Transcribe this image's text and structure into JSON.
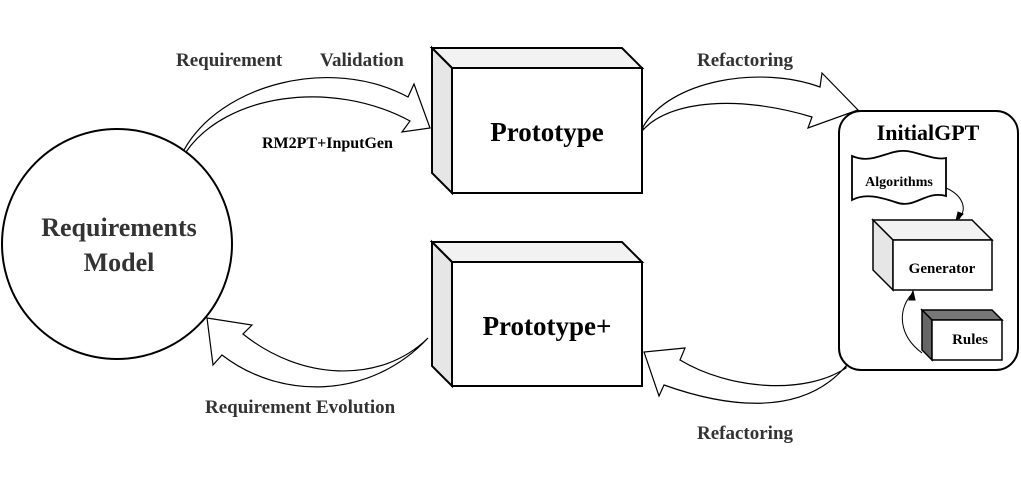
{
  "diagram": {
    "nodes": {
      "requirements_model": {
        "line1": "Requirements",
        "line2": "Model"
      },
      "prototype": {
        "label": "Prototype"
      },
      "prototype_plus": {
        "label": "Prototype+"
      },
      "initialgpt": {
        "title": "InitialGPT",
        "algorithms": "Algorithms",
        "generator": "Generator",
        "rules": "Rules"
      }
    },
    "edges": {
      "requirement_validation": {
        "label_part1": "Requirement",
        "label_part2": "Validation",
        "sublabel": "RM2PT+InputGen"
      },
      "refactoring_top": {
        "label": "Refactoring"
      },
      "refactoring_bottom": {
        "label": "Refactoring"
      },
      "requirement_evolution": {
        "label": "Requirement Evolution"
      }
    },
    "colors": {
      "stroke": "#000000",
      "box_side": "#e6e6e6",
      "box_top": "#f2f2f2",
      "rules_side": "#666666",
      "label_gray": "#333333"
    }
  }
}
